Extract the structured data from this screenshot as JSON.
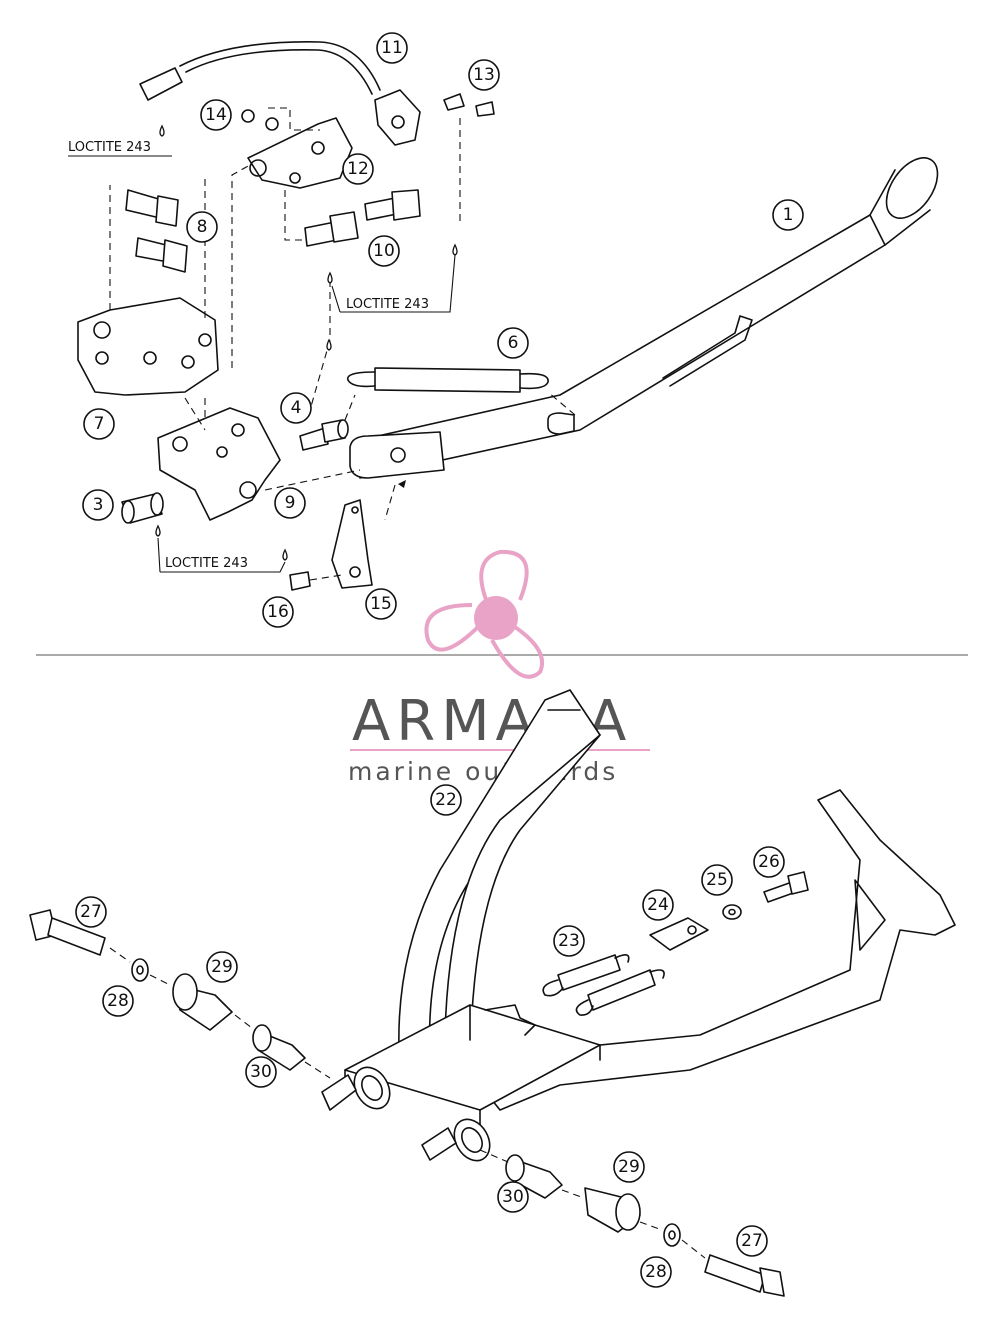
{
  "callouts": {
    "p1": "1",
    "p3": "3",
    "p4": "4",
    "p6": "6",
    "p7": "7",
    "p8": "8",
    "p9": "9",
    "p10": "10",
    "p11": "11",
    "p12": "12",
    "p13": "13",
    "p14": "14",
    "p15": "15",
    "p16": "16",
    "p22": "22",
    "p23": "23",
    "p24": "24",
    "p25": "25",
    "p26": "26",
    "p27a": "27",
    "p27b": "27",
    "p28a": "28",
    "p28b": "28",
    "p29a": "29",
    "p29b": "29",
    "p30a": "30",
    "p30b": "30"
  },
  "loctite_labels": [
    "LOCTITE 243",
    "LOCTITE 243",
    "LOCTITE 243"
  ],
  "watermark": {
    "name": "ARMADA",
    "tagline": "marine outboards",
    "accent_color": "#e8a3c6",
    "text_color": "#555555"
  }
}
